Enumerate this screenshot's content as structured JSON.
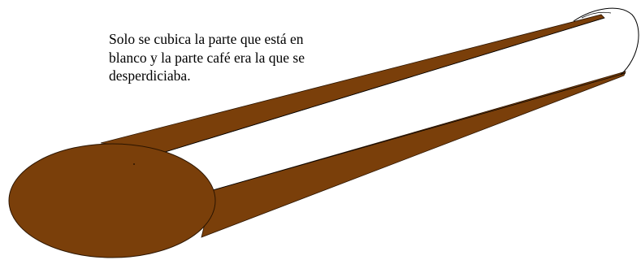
{
  "caption": {
    "lines": [
      "Solo se cubica la parte que está en",
      "blanco y la parte café era la que se",
      "desperdiciaba."
    ]
  },
  "colors": {
    "wood_brown": "#7a3f0a",
    "outline": "#000000",
    "background": "#ffffff"
  }
}
